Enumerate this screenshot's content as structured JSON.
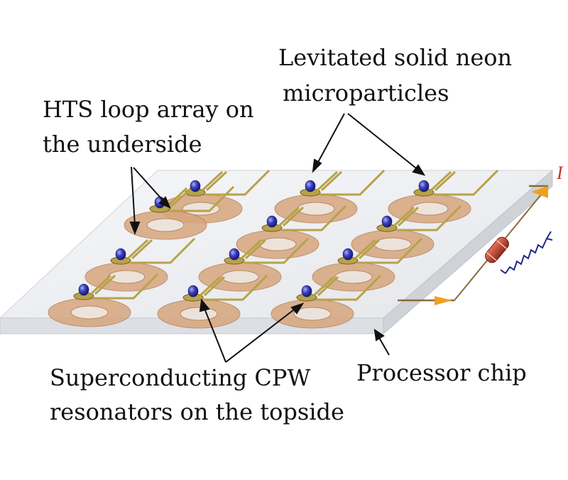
{
  "labels": {
    "neon_line1": "Levitated solid neon",
    "neon_line2": "microparticles",
    "hts_line1": "HTS loop array on",
    "hts_line2": "the underside",
    "cpw_line1": "Superconducting CPW",
    "cpw_line2": "resonators on the topside",
    "chip": "Processor chip",
    "current": "I"
  },
  "colors": {
    "chip_top": "#eef0f3",
    "chip_edge": "#c9ccd1",
    "loop_copper": "#d7a67e",
    "loop_copper_dark": "#b9835b",
    "cpw_gold": "#b8a24a",
    "cpw_gold_dark": "#6e5c1c",
    "particle_blue": "#2c2fa0",
    "resistor_red": "#c0392b",
    "current_arrow_orange": "#f0a020",
    "current_label_red": "#c0392b",
    "wire_brown": "#8a6a3a",
    "coil_blue": "#1f2a8a",
    "text": "#111111"
  },
  "icons": [
    "neon-particle-icon",
    "resistor-icon",
    "coil-icon",
    "current-arrow-icon"
  ]
}
